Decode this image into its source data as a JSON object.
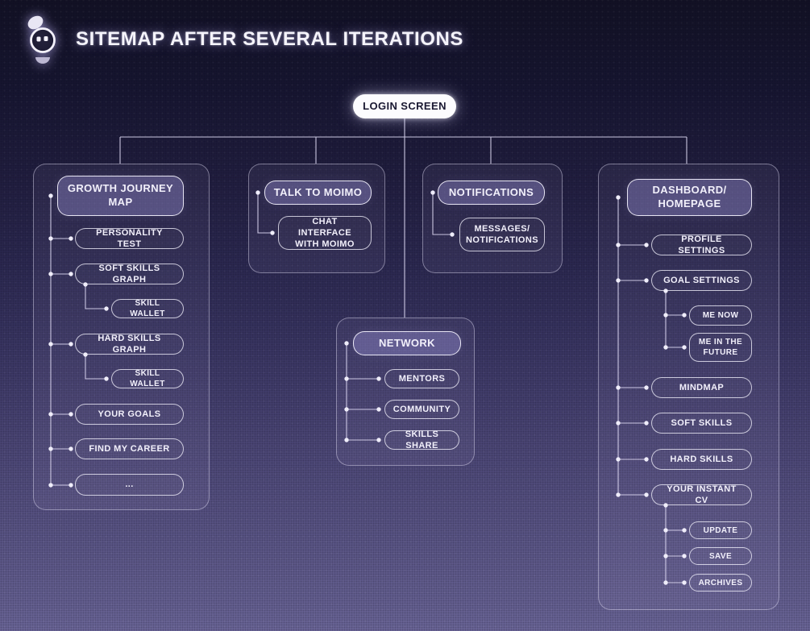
{
  "header": {
    "title": "SITEMAP AFTER SEVERAL ITERATIONS",
    "logo": "moimo-robot-mascot"
  },
  "colors": {
    "background_top": "#121124",
    "background_bottom": "#6a6597",
    "node_fill": "#565181",
    "node_border": "#f0eefa",
    "connector": "#d9d5ee",
    "root_pill_bg": "#fcfcfe",
    "root_pill_text": "#1a1932"
  },
  "sitemap": {
    "root": {
      "label": "LOGIN SCREEN"
    },
    "groups": [
      {
        "title": "GROWTH JOURNEY MAP",
        "children": [
          {
            "label": "PERSONALITY TEST"
          },
          {
            "label": "SOFT SKILLS GRAPH",
            "children": [
              {
                "label": "SKILL WALLET"
              }
            ]
          },
          {
            "label": "HARD SKILLS GRAPH",
            "children": [
              {
                "label": "SKILL WALLET"
              }
            ]
          },
          {
            "label": "YOUR GOALS"
          },
          {
            "label": "FIND MY CAREER"
          },
          {
            "label": "..."
          }
        ]
      },
      {
        "title": "TALK TO MOIMO",
        "children": [
          {
            "label": "CHAT INTERFACE WITH MOIMO"
          }
        ]
      },
      {
        "title": "NOTIFICATIONS",
        "children": [
          {
            "label": "MESSAGES/ NOTIFICATIONS"
          }
        ]
      },
      {
        "title": "NETWORK",
        "children": [
          {
            "label": "MENTORS"
          },
          {
            "label": "COMMUNITY"
          },
          {
            "label": "SKILLS SHARE"
          }
        ]
      },
      {
        "title": "DASHBOARD/ HOMEPAGE",
        "children": [
          {
            "label": "PROFILE SETTINGS"
          },
          {
            "label": "GOAL SETTINGS",
            "children": [
              {
                "label": "ME NOW"
              },
              {
                "label": "ME IN THE FUTURE"
              }
            ]
          },
          {
            "label": "MINDMAP"
          },
          {
            "label": "SOFT SKILLS"
          },
          {
            "label": "HARD SKILLS"
          },
          {
            "label": "YOUR INSTANT CV",
            "children": [
              {
                "label": "UPDATE"
              },
              {
                "label": "SAVE"
              },
              {
                "label": "ARCHIVES"
              }
            ]
          }
        ]
      }
    ]
  }
}
